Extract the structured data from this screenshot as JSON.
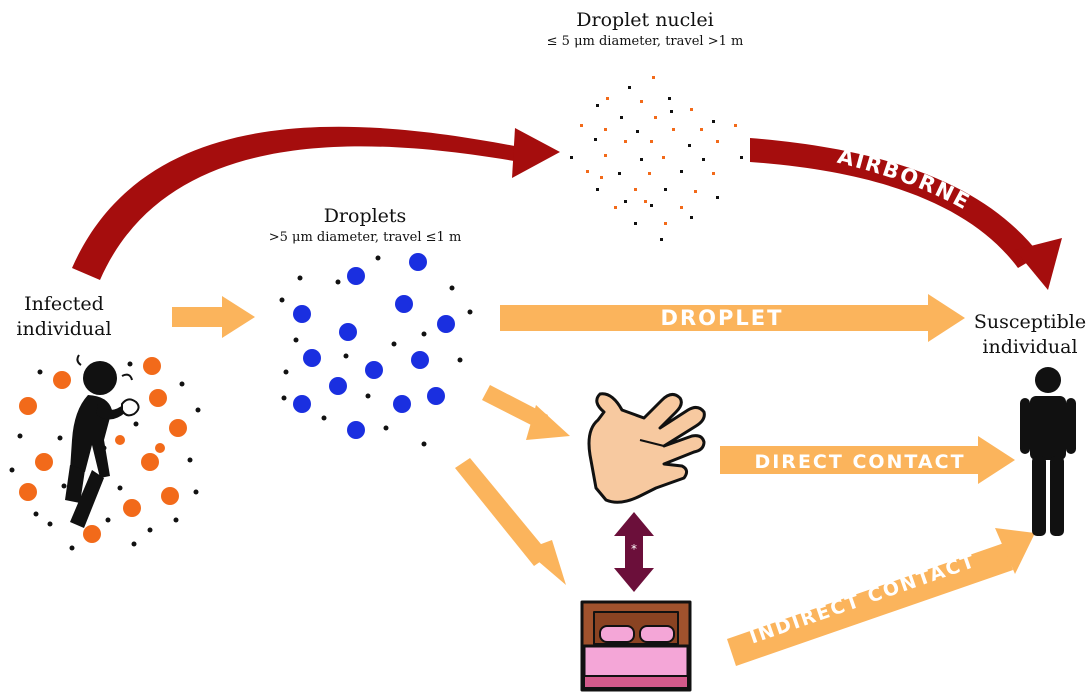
{
  "droplet_nuclei": {
    "title": "Droplet nuclei",
    "subtitle": "≤ 5 μm diameter, travel >1 m"
  },
  "droplets": {
    "title": "Droplets",
    "subtitle": ">5 μm diameter, travel ≤1 m"
  },
  "infected": {
    "line1": "Infected",
    "line2": "individual"
  },
  "susceptible": {
    "line1": "Susceptible",
    "line2": "individual"
  },
  "routes": {
    "airborne": "AIRBORNE",
    "droplet": "DROPLET",
    "direct_contact": "DIRECT CONTACT",
    "indirect_contact": "INDIRECT CONTACT"
  },
  "asterisk": "*",
  "colors": {
    "airborne_arrow": "#a50d0d",
    "contact_arrow": "#fbb45c",
    "droplet_blue": "#1a2fe0",
    "nuclei_orange": "#f26a1a",
    "particle_black": "#111111",
    "double_arrow": "#6b0f3a",
    "hand": "#f7c9a0",
    "bed_frame": "#a0522d",
    "bed_sheet": "#f4a6d7"
  },
  "icons": [
    "coughing-person-icon",
    "hand-icon",
    "bed-icon",
    "person-icon"
  ]
}
